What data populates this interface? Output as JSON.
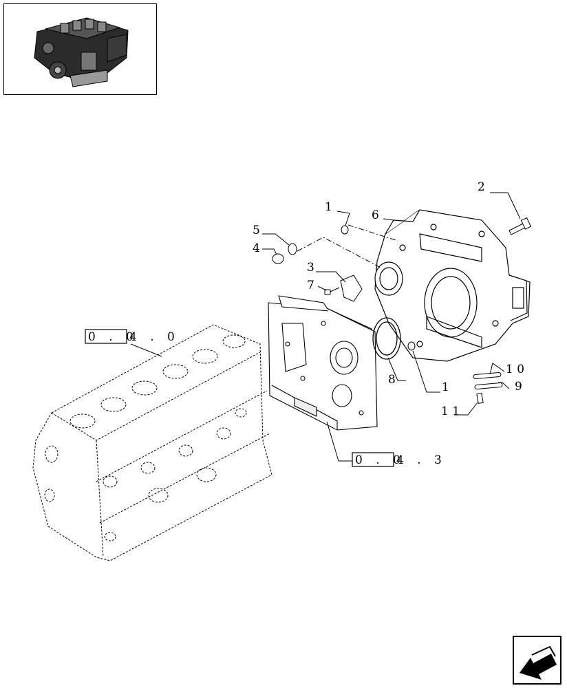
{
  "diagram": {
    "callouts": {
      "c1_top": "1",
      "c2": "2",
      "c3": "3",
      "c4": "4",
      "c5": "5",
      "c6": "6",
      "c7": "7",
      "c8": "8",
      "c1_bottom": "1",
      "c9": "9",
      "c10": "1 0",
      "c11": "1 1"
    },
    "references": {
      "block_ref_boxed": "0 . 0",
      "block_ref_tail": "4 . 0",
      "timing_ref_boxed": "0 . 0",
      "timing_ref_tail": "4 . 3"
    }
  },
  "thumbnail": {
    "icon": "engine-thumbnail-icon"
  },
  "navigation": {
    "icon": "next-page-arrow-icon"
  }
}
